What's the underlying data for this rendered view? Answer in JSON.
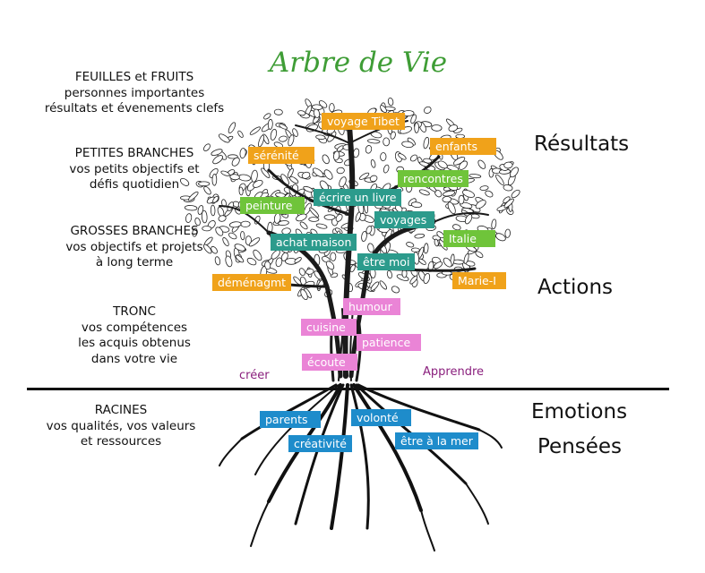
{
  "title": "Arbre de Vie",
  "legend": [
    {
      "heading": "FEUILLES et FRUITS",
      "lines": [
        "personnes importantes",
        "résultats et évenements clefs"
      ]
    },
    {
      "heading": "PETITES BRANCHES",
      "lines": [
        "vos petits objectifs et",
        "défis quotidien"
      ]
    },
    {
      "heading": "GROSSES BRANCHES",
      "lines": [
        "vos objectifs et projets",
        "à long terme"
      ]
    },
    {
      "heading": "TRONC",
      "lines": [
        "vos compétences",
        "les acquis obtenus",
        "dans votre vie"
      ]
    },
    {
      "heading": "RACINES",
      "lines": [
        "vos qualités, vos valeurs",
        "et ressources"
      ]
    }
  ],
  "side_labels": {
    "resultats": "Résultats",
    "actions": "Actions",
    "emotions": "Emotions",
    "pensees": "Pensées"
  },
  "tags": {
    "voyage_tibet": "voyage Tibet",
    "enfants": "enfants",
    "serenite": "sérénité",
    "rencontres": "rencontres",
    "ecrire_un_livre": "écrire un livre",
    "peinture": "peinture",
    "voyages": "voyages",
    "achat_maison": "achat maison",
    "italie": "Italie",
    "etre_moi": "être moi",
    "demenagement": "déménagmt",
    "marie": "Marie-I",
    "humour": "humour",
    "cuisine": "cuisine",
    "patience": "patience",
    "ecoute": "écoute",
    "parents": "parents",
    "volonte": "volonté",
    "creativite": "créativité",
    "etre_a_la_mer": "être à la mer"
  },
  "trunk_words": {
    "creer": "créer",
    "apprendre": "Apprendre"
  },
  "colors": {
    "title_green": "#3f9d36",
    "orange": "#f0a21a",
    "green": "#6fc43a",
    "teal": "#2c9b8c",
    "pink": "#ea84d6",
    "blue": "#1e8ccb",
    "purple_text": "#8a1f7d"
  }
}
